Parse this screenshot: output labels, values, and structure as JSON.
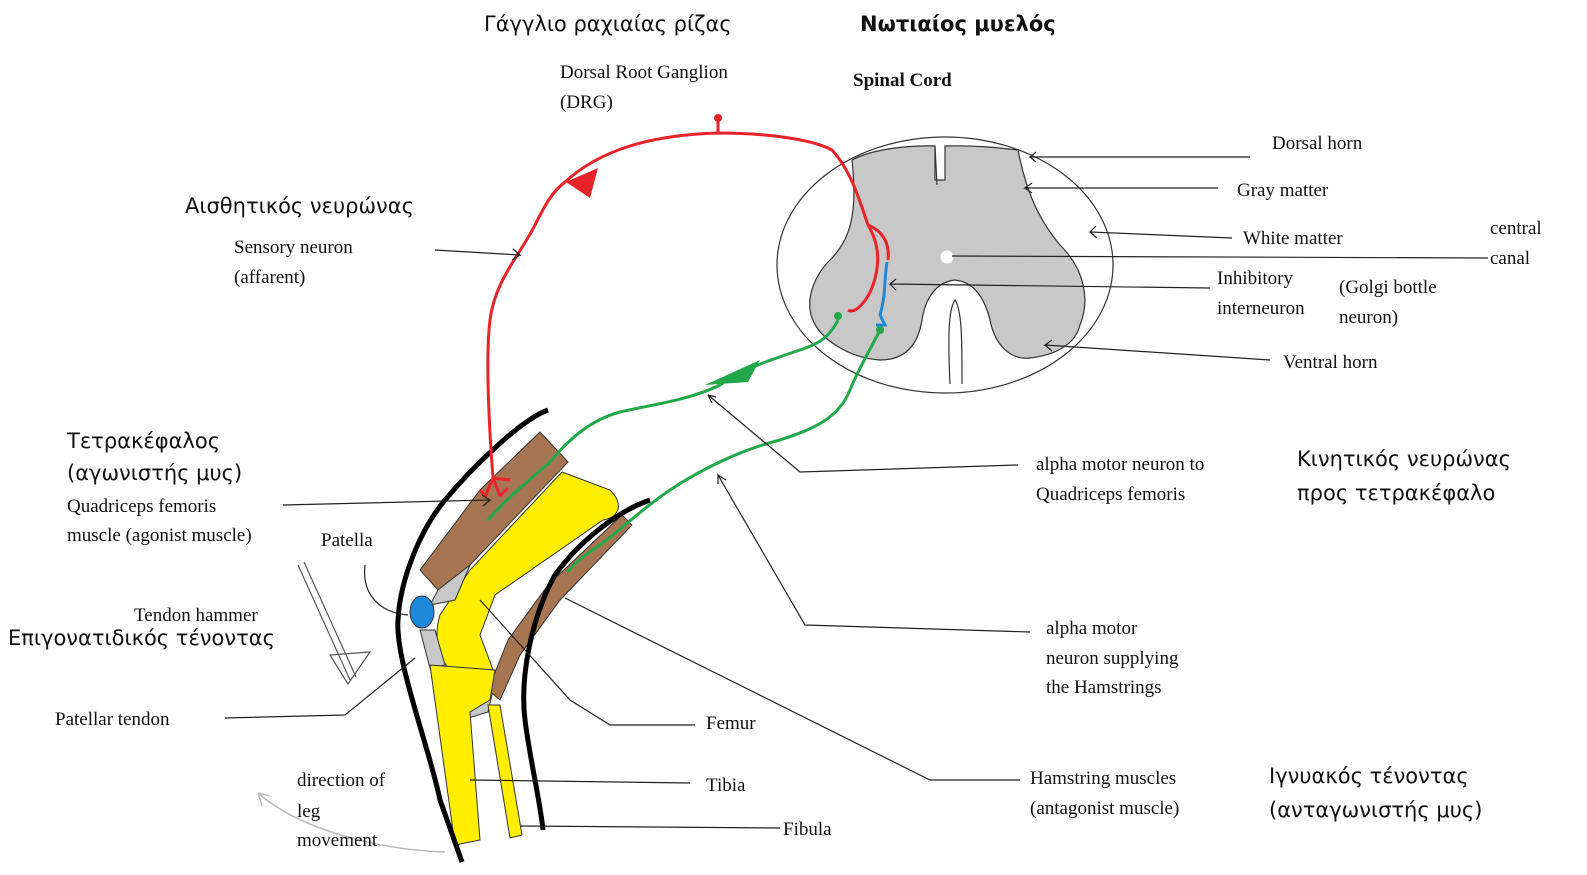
{
  "greek": {
    "drg": "Γάγγλιο ραχιαίας ρίζας",
    "spinal_cord": "Νωτιαίος μυελός",
    "sensory": "Αισθητικός νευρώνας",
    "quadriceps": [
      "Τετρακέφαλος",
      "(αγωνιστής μυς)"
    ],
    "tendon": "Επιγονατιδικός τένοντας",
    "motor": [
      "Κινητικός νευρώνας",
      "προς τετρακέφαλο"
    ],
    "hamstring": [
      "Ιγνυακός τένοντας",
      "(ανταγωνιστής μυς)"
    ]
  },
  "english": {
    "drg": [
      "Dorsal Root Ganglion",
      "(DRG)"
    ],
    "spinal_cord": "Spinal Cord",
    "dorsal_horn": "Dorsal horn",
    "gray_matter": "Gray matter",
    "white_matter": "White matter",
    "central_canal": [
      "central",
      "canal"
    ],
    "inhibitory": [
      "Inhibitory",
      "interneuron"
    ],
    "golgi": [
      "(Golgi bottle",
      "neuron)"
    ],
    "ventral_horn": "Ventral horn",
    "sensory": [
      "Sensory neuron",
      "(affarent)"
    ],
    "quadriceps": [
      "Quadriceps femoris",
      "muscle  (agonist muscle)"
    ],
    "patella": "Patella",
    "tendon_hammer": "Tendon hammer",
    "patellar_tendon": "Patellar tendon",
    "alpha_quad": [
      "alpha motor neuron to",
      "Quadriceps femoris"
    ],
    "alpha_ham": [
      "alpha motor",
      "neuron supplying",
      "the Hamstrings"
    ],
    "femur": "Femur",
    "tibia": "Tibia",
    "fibula": "Fibula",
    "hamstring": [
      "Hamstring muscles",
      "(antagonist muscle)"
    ],
    "direction": [
      "direction of",
      "leg",
      "movement"
    ]
  },
  "colors": {
    "sensory": "#e8242a",
    "motor": "#22a84a",
    "interneuron": "#1f88d8",
    "gray": "#c8c8c8",
    "muscle": "#a87552",
    "bone": "#ffee00",
    "patella": "#1f88d8"
  }
}
